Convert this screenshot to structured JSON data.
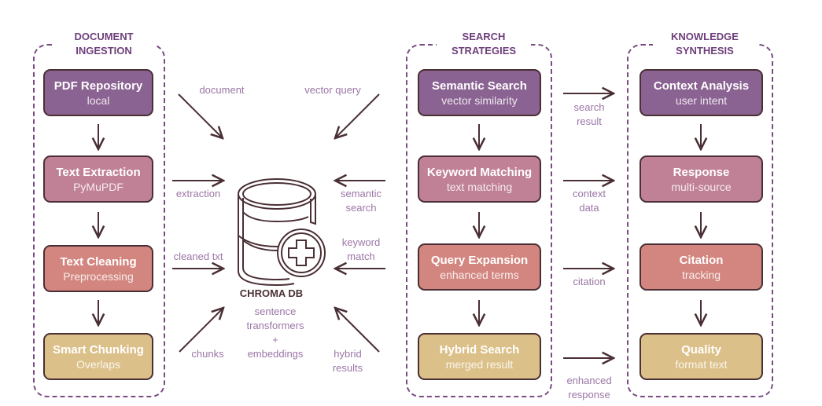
{
  "colors": {
    "purple": "#8b6392",
    "mauve": "#c08096",
    "salmon": "#d3867f",
    "tan": "#dcc089",
    "border": "#4a2f34",
    "label": "#9b76a6",
    "group": "#7a4a84"
  },
  "groups": [
    {
      "title": "DOCUMENT\nINGESTION",
      "nodes": [
        {
          "title": "PDF Repository",
          "subtitle": "local",
          "color": "purple"
        },
        {
          "title": "Text Extraction",
          "subtitle": "PyMuPDF",
          "color": "mauve"
        },
        {
          "title": "Text Cleaning",
          "subtitle": "Preprocessing",
          "color": "salmon"
        },
        {
          "title": "Smart Chunking",
          "subtitle": "Overlaps",
          "color": "tan"
        }
      ]
    },
    {
      "title": "SEARCH\nSTRATEGIES",
      "nodes": [
        {
          "title": "Semantic Search",
          "subtitle": "vector similarity",
          "color": "purple"
        },
        {
          "title": "Keyword Matching",
          "subtitle": "text matching",
          "color": "mauve"
        },
        {
          "title": "Query Expansion",
          "subtitle": "enhanced terms",
          "color": "salmon"
        },
        {
          "title": "Hybrid Search",
          "subtitle": "merged result",
          "color": "tan"
        }
      ]
    },
    {
      "title": "KNOWLEDGE\nSYNTHESIS",
      "nodes": [
        {
          "title": "Context Analysis",
          "subtitle": "user intent",
          "color": "purple"
        },
        {
          "title": "Response",
          "subtitle": "multi-source",
          "color": "mauve"
        },
        {
          "title": "Citation",
          "subtitle": "tracking",
          "color": "salmon"
        },
        {
          "title": "Quality",
          "subtitle": "format text",
          "color": "tan"
        }
      ]
    }
  ],
  "database": {
    "icon": "database-add-icon",
    "title": "CHROMA DB",
    "subtitle": "sentence\ntransformers\n+\nembeddings"
  },
  "edge_labels": {
    "document": "document",
    "extraction": "extraction",
    "cleaned": "cleaned txt",
    "chunks": "chunks",
    "vector_query": "vector query",
    "semantic_search": "semantic\nsearch",
    "keyword_match": "keyword\nmatch",
    "hybrid_results": "hybrid\nresults",
    "search_result": "search\nresult",
    "context_data": "context\ndata",
    "citation": "citation",
    "enhanced_response": "enhanced\nresponse"
  }
}
